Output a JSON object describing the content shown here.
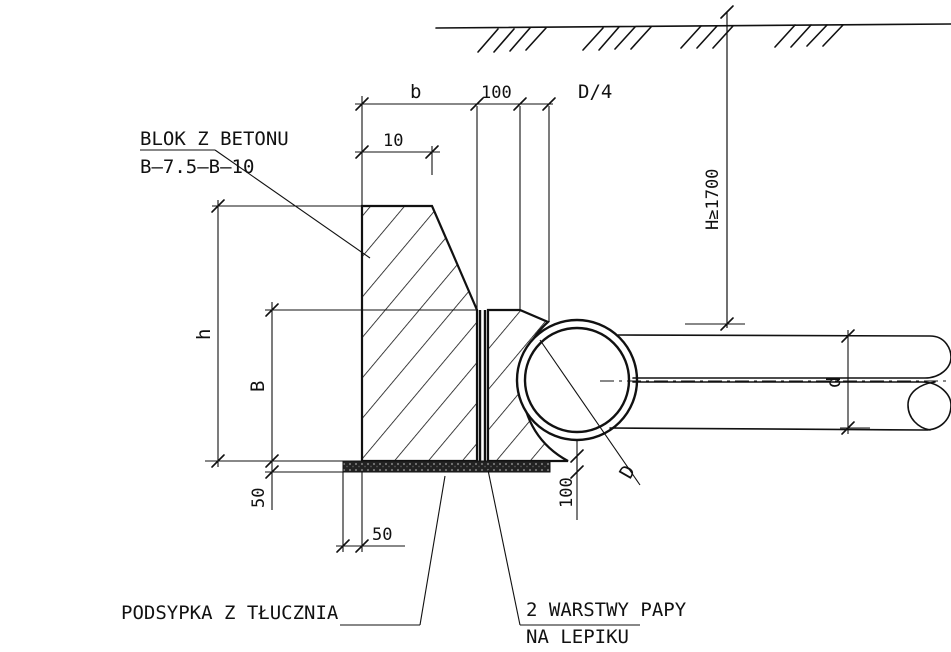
{
  "labels": {
    "block_title": "BLOK Z BETONU",
    "block_grade": "B–7.5–B–10",
    "bedding": "PODSYPKA Z TŁUCZNIA",
    "layers_line1": "2 WARSTWY PAPY",
    "layers_line2": "NA LEPIKU"
  },
  "dimensions": {
    "b": "b",
    "gap_100_top": "100",
    "d_quarter": "D/4",
    "ten": "10",
    "h": "h",
    "B": "B",
    "fifty_vertical": "50",
    "fifty_horizontal": "50",
    "hundred_bottom": "100",
    "H": "H≥1700",
    "d": "d",
    "D": "D"
  }
}
